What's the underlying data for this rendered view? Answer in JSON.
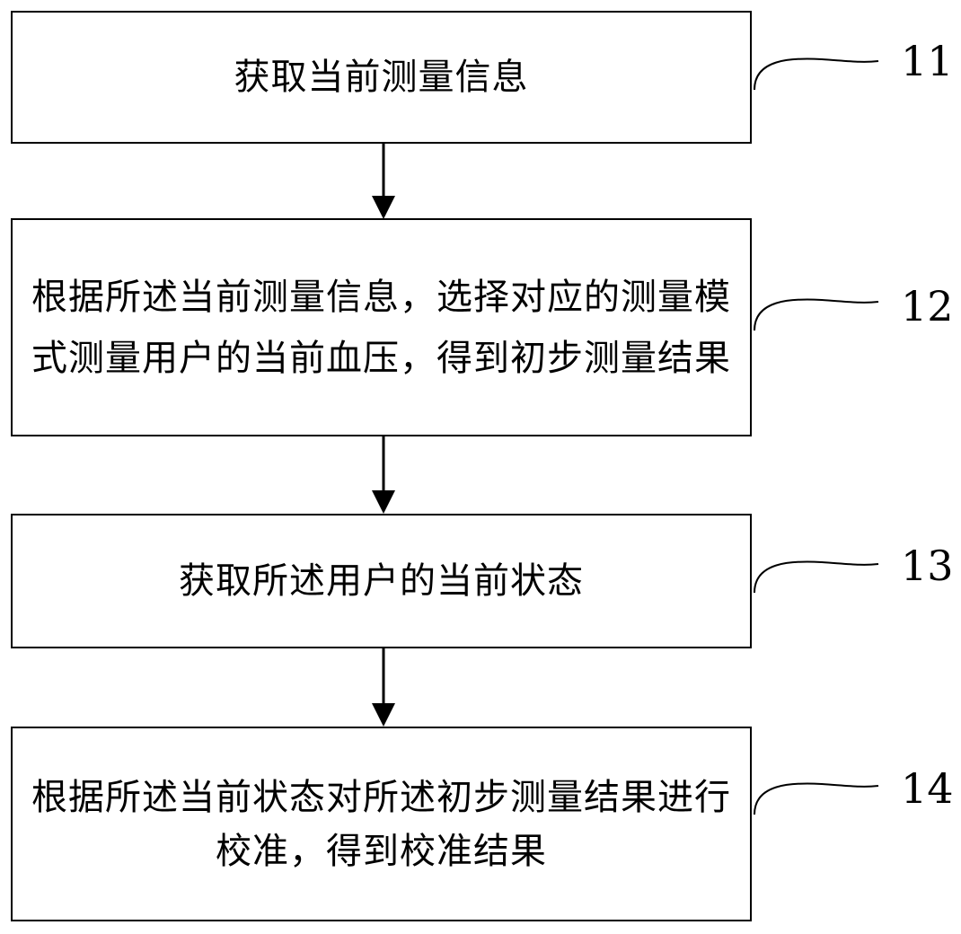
{
  "steps": [
    {
      "id": "11",
      "text": "获取当前测量信息"
    },
    {
      "id": "12",
      "text": "根据所述当前测量信息，选择对应的测量模式测量用户的当前血压，得到初步测量结果"
    },
    {
      "id": "13",
      "text": "获取所述用户的当前状态"
    },
    {
      "id": "14",
      "text": "根据所述当前状态对所述初步测量结果进行校准，得到校准结果"
    }
  ]
}
